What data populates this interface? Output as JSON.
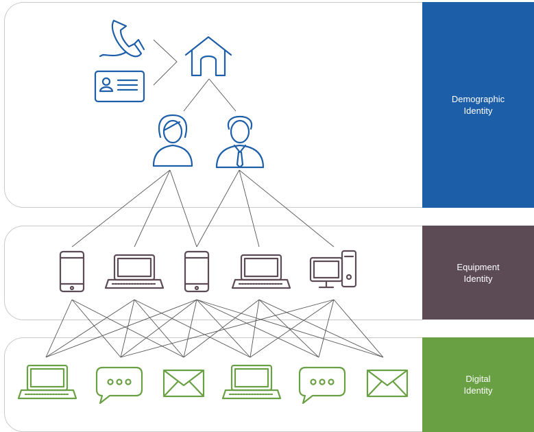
{
  "layers": [
    {
      "label": "Demographic\nIdentity",
      "color": "#1d5ea8"
    },
    {
      "label": "Equipment\nIdentity",
      "color": "#5c4a55"
    },
    {
      "label": "Digital\nIdentity",
      "color": "#69a043"
    }
  ],
  "icon_colors": {
    "demographic": "#1d5ea8",
    "equipment": "#5c4a55",
    "digital": "#69a043",
    "lines": "#555555"
  },
  "demographic_icons": [
    "telephone-icon",
    "id-card-icon",
    "house-icon",
    "woman-icon",
    "man-icon"
  ],
  "equipment_icons": [
    "smartphone-icon",
    "laptop-icon",
    "smartphone-icon",
    "laptop-icon",
    "desktop-computer-icon"
  ],
  "digital_icons": [
    "laptop-icon",
    "chat-bubble-icon",
    "envelope-icon",
    "laptop-icon",
    "chat-bubble-icon",
    "envelope-icon"
  ]
}
